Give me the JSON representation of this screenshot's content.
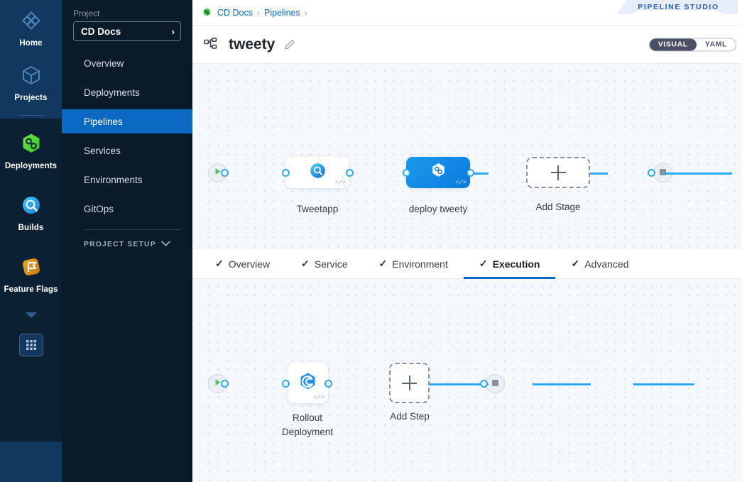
{
  "rail": {
    "items": [
      {
        "label": "Home",
        "icon": "home-clover-icon",
        "active": false
      },
      {
        "label": "Projects",
        "icon": "cube-icon",
        "active": false
      },
      {
        "label": "Deployments",
        "icon": "harness-cd-hex-icon",
        "active": true
      },
      {
        "label": "Builds",
        "icon": "ci-build-icon",
        "active": false
      },
      {
        "label": "Feature Flags",
        "icon": "feature-flag-icon",
        "active": false
      }
    ],
    "more_caret": "caret-down-icon",
    "grid_button": "app-grid-icon"
  },
  "sidebar": {
    "section_label": "Project",
    "project_name": "CD Docs",
    "project_caret": "chevron-right-icon",
    "items": [
      {
        "label": "Overview",
        "active": false
      },
      {
        "label": "Deployments",
        "active": false
      },
      {
        "label": "Pipelines",
        "active": true
      },
      {
        "label": "Services",
        "active": false
      },
      {
        "label": "Environments",
        "active": false
      },
      {
        "label": "GitOps",
        "active": false
      }
    ],
    "setup_label": "PROJECT SETUP",
    "setup_caret": "chevron-down-icon"
  },
  "topbar": {
    "breadcrumb": [
      {
        "text": "CD Docs",
        "icon": "harness-cd-hex-green-icon"
      },
      {
        "text": "Pipelines",
        "icon": null
      }
    ],
    "separator": "›",
    "studio_badge": "PIPELINE STUDIO"
  },
  "titlebar": {
    "pipeline_icon": "pipeline-flow-icon",
    "title": "tweety",
    "edit_icon": "pencil-edit-icon",
    "view_toggle": {
      "options": [
        "VISUAL",
        "YAML"
      ],
      "selected": "VISUAL"
    }
  },
  "stage_canvas": {
    "start_node": {
      "name": "start-node",
      "icon": "play-icon"
    },
    "end_node": {
      "name": "end-node",
      "icon": "stop-square-icon"
    },
    "nodes": [
      {
        "label": "Tweetapp",
        "icon": "ci-build-icon",
        "selected": false,
        "code_icon": "</>"
      },
      {
        "label": "deploy tweety",
        "icon": "harness-cd-hex-icon",
        "selected": true,
        "code_icon": "</>"
      }
    ],
    "add_node": {
      "label": "Add Stage",
      "icon": "plus-icon"
    }
  },
  "tabs": [
    {
      "label": "Overview",
      "check": "✓",
      "active": false
    },
    {
      "label": "Service",
      "check": "✓",
      "active": false
    },
    {
      "label": "Environment",
      "check": "✓",
      "active": false
    },
    {
      "label": "Execution",
      "check": "✓",
      "active": true
    },
    {
      "label": "Advanced",
      "check": "✓",
      "active": false
    }
  ],
  "step_canvas": {
    "start_node": {
      "name": "start-node",
      "icon": "play-icon"
    },
    "end_node": {
      "name": "end-node",
      "icon": "stop-square-icon"
    },
    "nodes": [
      {
        "label": "Rollout\nDeployment",
        "label_line1": "Rollout",
        "label_line2": "Deployment",
        "icon": "rollout-deployment-icon",
        "code_icon": "</>"
      }
    ],
    "add_node": {
      "label": "Add Step",
      "icon": "plus-icon"
    }
  },
  "colors": {
    "accent_blue": "#0b69c4",
    "edge_blue": "#29aaf1",
    "rail_bg": "#12385f",
    "rail_bg_dark": "#0b2033",
    "sidebar_bg": "#0b1a2b",
    "canvas_bg": "#f5f9fc",
    "green": "#4dc952",
    "selected_node": "#0b7ae0"
  }
}
